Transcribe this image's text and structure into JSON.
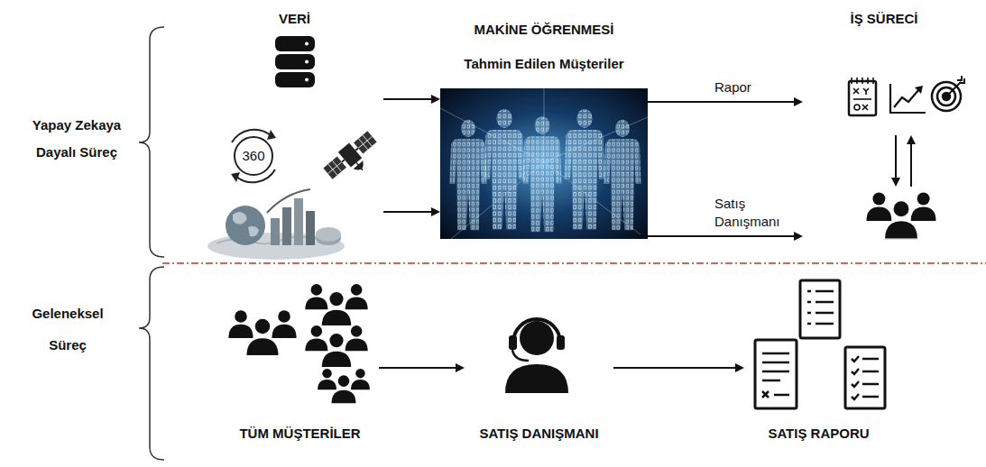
{
  "diagram": {
    "nodes": [
      {
        "text": [
          "VERİ"
        ]
      },
      {
        "text": [
          "MAKİNE ÖĞRENMESİ",
          "Tahmin Edilen Müşteriler"
        ]
      },
      {
        "text": [
          "İŞ SÜRECİ"
        ]
      },
      {
        "text": [
          "TÜM MÜŞTERİLER"
        ]
      },
      {
        "text": [
          "SATIŞ DANIŞMANI"
        ]
      },
      {
        "text": [
          "SATIŞ RAPORU"
        ]
      }
    ],
    "edges": [
      {
        "from": 0,
        "to": 1,
        "arrow": "to"
      },
      {
        "from": 0,
        "to": 1,
        "arrow": "to"
      },
      {
        "from": 1,
        "to": 2,
        "label": "Rapor",
        "arrow": "to"
      },
      {
        "from": 1,
        "to": 2,
        "label": "Satış Danışmanı",
        "arrow": "to"
      },
      {
        "from": 3,
        "to": 4,
        "arrow": "to"
      },
      {
        "from": 4,
        "to": 5,
        "arrow": "to"
      }
    ],
    "labels": [
      "Yapay Zekaya Dayalı Süreç",
      "Geleneksel Süreç",
      "360"
    ]
  }
}
